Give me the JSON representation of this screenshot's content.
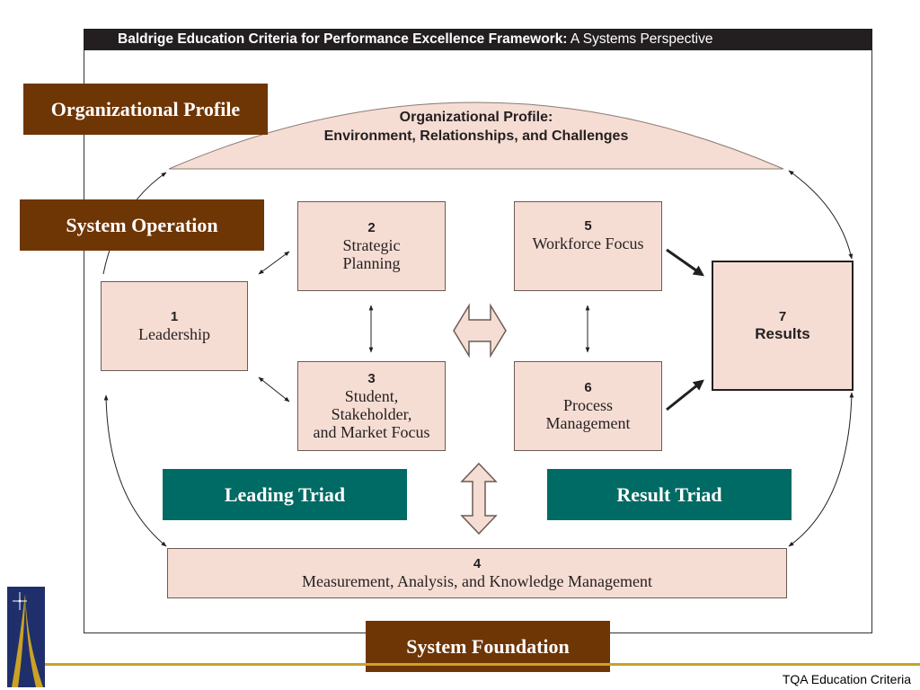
{
  "header": {
    "title_bold": "Baldrige Education Criteria for Performance Excellence Framework:",
    "title_rest": " A Systems Perspective"
  },
  "profile": {
    "line1": "Organizational Profile:",
    "line2": "Environment, Relationships, and Challenges"
  },
  "categories": {
    "leadership": {
      "num": "1",
      "label": "Leadership"
    },
    "strategic": {
      "num": "2",
      "label": "Strategic\nPlanning"
    },
    "student": {
      "num": "3",
      "label": "Student,\nStakeholder,\nand Market Focus"
    },
    "measurement": {
      "num": "4",
      "label": "Measurement, Analysis, and Knowledge Management"
    },
    "workforce": {
      "num": "5",
      "label": "Workforce Focus"
    },
    "process": {
      "num": "6",
      "label": "Process\nManagement"
    },
    "results": {
      "num": "7",
      "label": "Results"
    }
  },
  "tags": {
    "org_profile": "Organizational Profile",
    "system_operation": "System Operation",
    "leading_triad": "Leading Triad",
    "result_triad": "Result Triad",
    "system_foundation": "System Foundation"
  },
  "colors": {
    "box_fill": "#f6ddd3",
    "brown_tag": "#6e3505",
    "teal_tag": "#006a64",
    "footer_line": "#c9a227"
  },
  "footer": {
    "text": "TQA Education Criteria"
  }
}
